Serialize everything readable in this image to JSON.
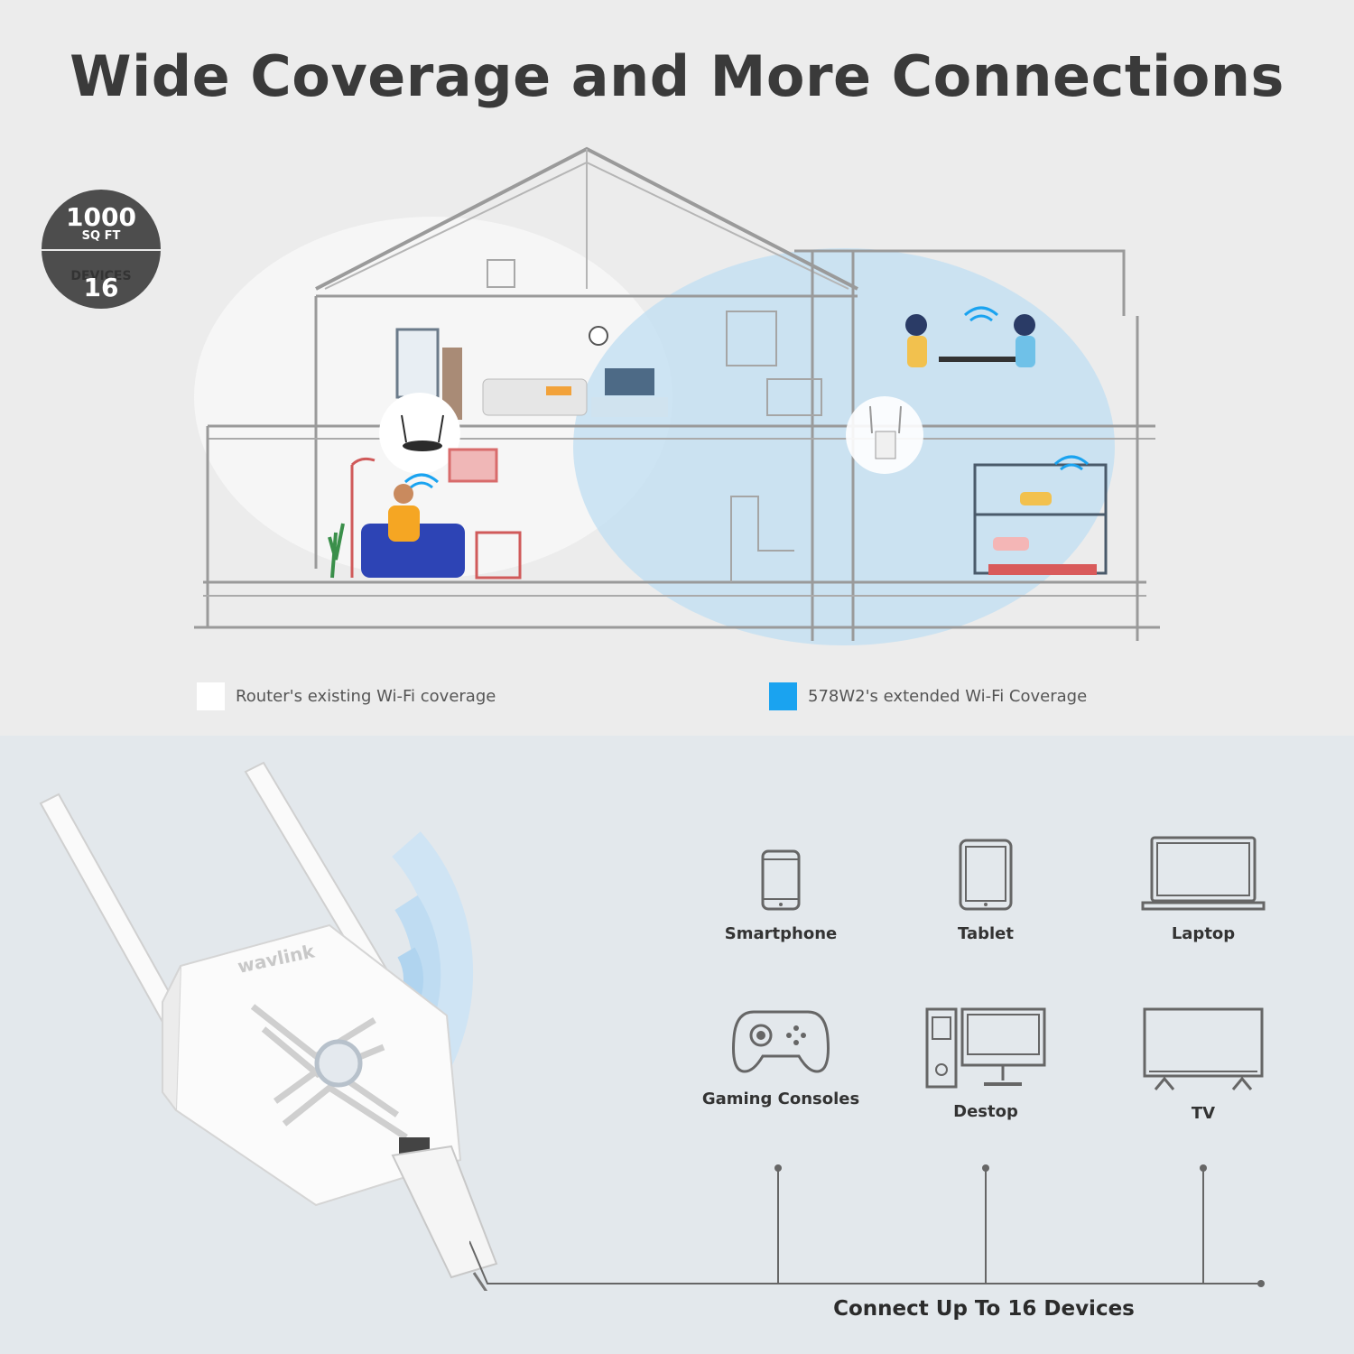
{
  "headline": "Wide Coverage and More Connections",
  "badge": {
    "area_value": "1000",
    "area_unit": "SQ FT",
    "devices_label": "DEVICES",
    "devices_value": "16"
  },
  "legend": [
    {
      "label": "Router's existing Wi-Fi coverage",
      "color": "#ffffff"
    },
    {
      "label": "578W2's extended Wi-Fi Coverage",
      "color": "#1aa3f0"
    }
  ],
  "devices": [
    {
      "label": "Smartphone",
      "icon": "smartphone-icon"
    },
    {
      "label": "Tablet",
      "icon": "tablet-icon"
    },
    {
      "label": "Laptop",
      "icon": "laptop-icon"
    },
    {
      "label": "Gaming Consoles",
      "icon": "gamepad-icon"
    },
    {
      "label": "Destop",
      "icon": "desktop-icon"
    },
    {
      "label": "TV",
      "icon": "tv-icon"
    }
  ],
  "product": {
    "brand": "wavlink"
  },
  "footer": "Connect Up To 16 Devices",
  "colors": {
    "coverage_blue": "#bcdcf0",
    "outline_gray": "#8a8a8a",
    "badge": "#4d4d4d"
  }
}
